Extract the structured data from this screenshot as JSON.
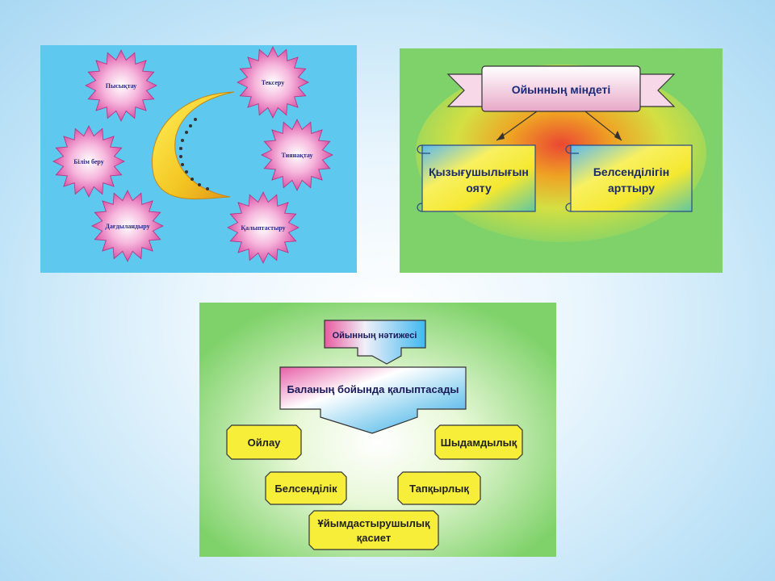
{
  "panel1": {
    "stars": [
      {
        "id": "top-left",
        "label": "Пысықтау"
      },
      {
        "id": "top-right",
        "label": "Тексеру"
      },
      {
        "id": "mid-left",
        "label": "Білім беру"
      },
      {
        "id": "mid-right",
        "label": "Тиянақтау"
      },
      {
        "id": "bottom-left",
        "label": "Дағдыландыру"
      },
      {
        "id": "bottom-right",
        "label": "Қалыптастыру"
      }
    ]
  },
  "panel2": {
    "banner_title": "Ойынның міндеті",
    "scroll_left": [
      "Қызығушылығын",
      "ояту"
    ],
    "scroll_right": [
      "Белсенділігін",
      "арттыру"
    ]
  },
  "panel3": {
    "top_arrow": "Ойынның нәтижесі",
    "main_arrow": "Баланың бойында қалыптасады",
    "boxes": [
      {
        "id": "thinking",
        "label": "Ойлау"
      },
      {
        "id": "patience",
        "label": "Шыдамдылық"
      },
      {
        "id": "activity",
        "label": "Белсенділік"
      },
      {
        "id": "resourcefulness",
        "label": "Тапқырлық"
      },
      {
        "id": "organization",
        "lines": [
          "Ұйымдастырушылық",
          "қасиет"
        ]
      }
    ]
  },
  "colors": {
    "panel1_bg": "#5ec8ee",
    "star_pink": "#e060b0",
    "moon_yellow": "#f5d020",
    "panel_green": "#7fd26a",
    "box_yellow": "#f7ee3a"
  }
}
